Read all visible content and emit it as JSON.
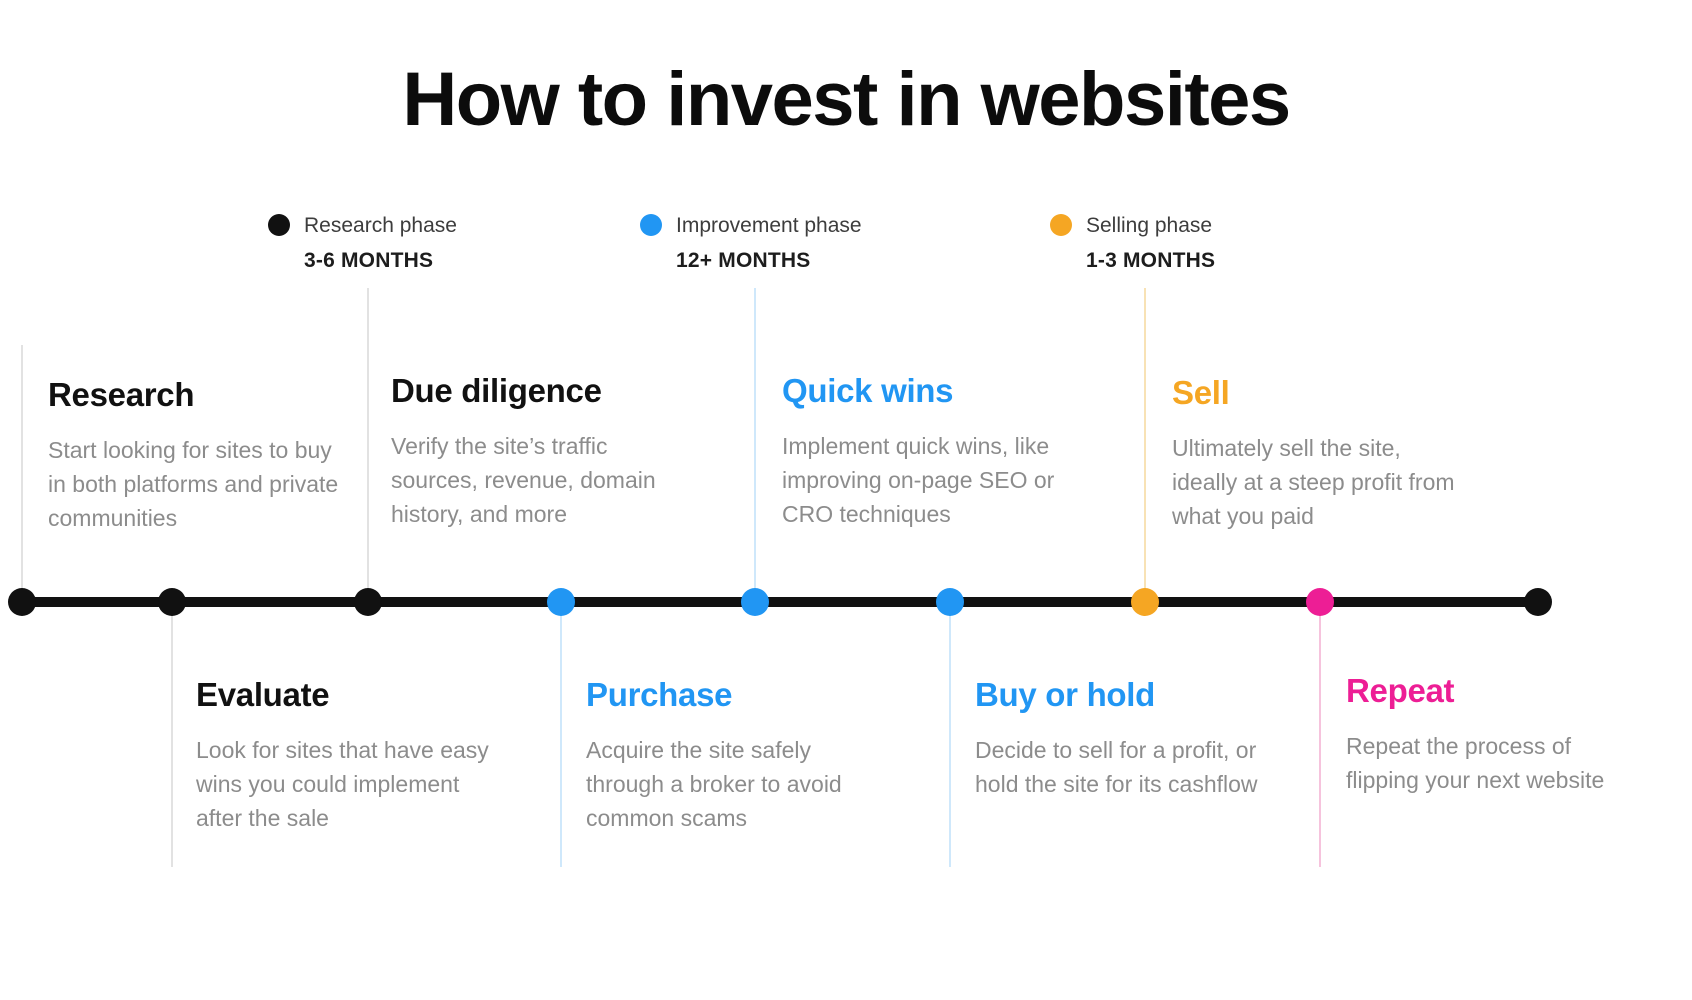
{
  "title": "How to invest in websites",
  "colors": {
    "black": "#111111",
    "blue": "#2196f3",
    "amber": "#f5a623",
    "pink": "#ed1e95",
    "body_text": "#8c8c8c",
    "stem_gray": "#e2e2e2",
    "stem_blue": "#cfe8fb",
    "stem_amber": "#f8e2b5",
    "stem_pink": "#f6c3dd"
  },
  "legend": {
    "items": [
      {
        "label": "Research phase",
        "duration": "3-6 MONTHS",
        "color": "#111111",
        "dot_name": "legend-dot-research"
      },
      {
        "label": "Improvement phase",
        "duration": "12+ MONTHS",
        "color": "#2196f3",
        "dot_name": "legend-dot-improvement"
      },
      {
        "label": "Selling phase",
        "duration": "1-3 MONTHS",
        "color": "#f5a623",
        "dot_name": "legend-dot-selling"
      }
    ]
  },
  "timeline": {
    "nodes": [
      {
        "name": "node-start",
        "color": "#111111"
      },
      {
        "name": "node-evaluate",
        "color": "#111111"
      },
      {
        "name": "node-due-diligence",
        "color": "#111111"
      },
      {
        "name": "node-purchase",
        "color": "#2196f3"
      },
      {
        "name": "node-quick-wins",
        "color": "#2196f3"
      },
      {
        "name": "node-buy-or-hold",
        "color": "#2196f3"
      },
      {
        "name": "node-sell",
        "color": "#f5a623"
      },
      {
        "name": "node-repeat",
        "color": "#ed1e95"
      },
      {
        "name": "node-end",
        "color": "#111111"
      }
    ]
  },
  "steps_above": [
    {
      "name": "research",
      "title": "Research",
      "body": "Start looking for sites to buy in both platforms and private communities",
      "title_color": "#111111"
    },
    {
      "name": "due-diligence",
      "title": "Due diligence",
      "body": "Verify the site’s traffic sources, revenue, domain history, and more",
      "title_color": "#111111"
    },
    {
      "name": "quick-wins",
      "title": "Quick wins",
      "body": "Implement quick wins, like improving on-page SEO or CRO techniques",
      "title_color": "#2196f3"
    },
    {
      "name": "sell",
      "title": "Sell",
      "body": "Ultimately sell the site, ideally at a steep profit from what you paid",
      "title_color": "#f5a623"
    }
  ],
  "steps_below": [
    {
      "name": "evaluate",
      "title": "Evaluate",
      "body": "Look for sites that have easy wins you could implement after the sale",
      "title_color": "#111111"
    },
    {
      "name": "purchase",
      "title": "Purchase",
      "body": "Acquire the site safely through a broker to avoid common scams",
      "title_color": "#2196f3"
    },
    {
      "name": "buy-or-hold",
      "title": "Buy or hold",
      "body": "Decide to sell for a profit, or hold the site for its cashflow",
      "title_color": "#2196f3"
    },
    {
      "name": "repeat",
      "title": "Repeat",
      "body": "Repeat the process of flipping your next website",
      "title_color": "#ed1e95"
    }
  ]
}
